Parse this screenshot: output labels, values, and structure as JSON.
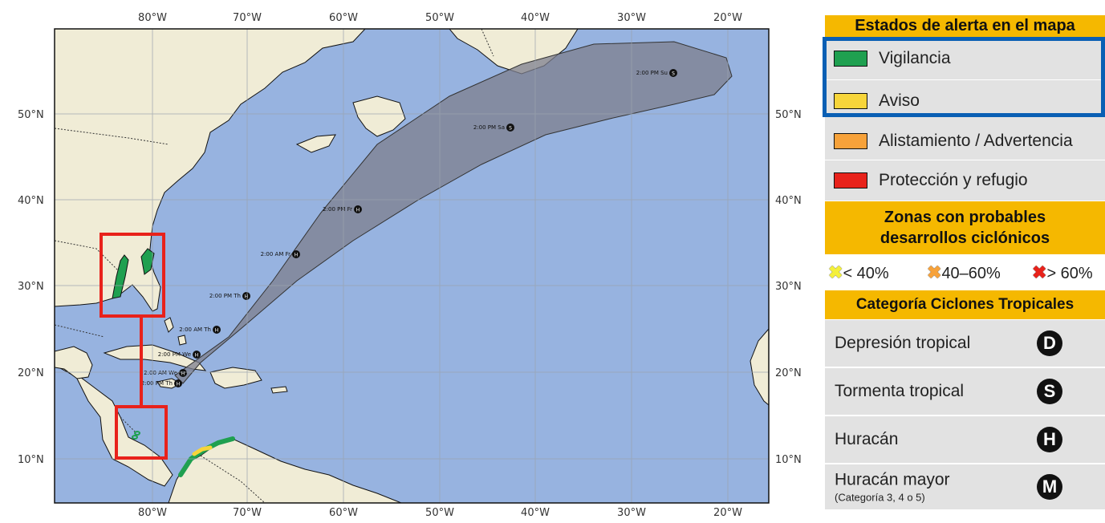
{
  "map": {
    "lon_ticks": [
      "80°W",
      "70°W",
      "60°W",
      "50°W",
      "40°W",
      "30°W",
      "20°W"
    ],
    "lat_ticks": [
      "50°N",
      "40°N",
      "30°N",
      "20°N",
      "10°N"
    ],
    "forecast_points": [
      {
        "label": "2:00 PM Th",
        "code": "H"
      },
      {
        "label": "2:00 AM We",
        "code": "H"
      },
      {
        "label": "2:00 PM We",
        "code": "H"
      },
      {
        "label": "2:00 AM Th",
        "code": "H"
      },
      {
        "label": "2:00 PM Th",
        "code": "H"
      },
      {
        "label": "2:00 AM Fr",
        "code": "H"
      },
      {
        "label": "2:00 PM Fr",
        "code": "H"
      },
      {
        "label": "2:00 PM Sa",
        "code": "S"
      },
      {
        "label": "2:00 PM Su",
        "code": "S"
      }
    ],
    "colors": {
      "ocean": "#97b3e0",
      "land": "#f0ecd6",
      "cone": "#7d7f8e",
      "watch": "#1fa050",
      "warning": "#f7d53a",
      "highlight": "#e8221b"
    }
  },
  "legend": {
    "alert_title": "Estados de alerta en el mapa",
    "alerts": [
      {
        "label": "Vigilancia",
        "color": "#1fa050"
      },
      {
        "label": "Aviso",
        "color": "#f7d53a"
      },
      {
        "label": "Alistamiento / Advertencia",
        "color": "#f7a23a"
      },
      {
        "label": "Protección y refugio",
        "color": "#e8221b"
      }
    ],
    "zones_title_1": "Zonas con probables",
    "zones_title_2": "desarrollos ciclónicos",
    "probabilities": [
      {
        "label": "< 40%",
        "color": "#f4f03a"
      },
      {
        "label": "40–60%",
        "color": "#f7a23a"
      },
      {
        "label": "> 60%",
        "color": "#e8221b"
      }
    ],
    "category_title": "Categoría Ciclones Tropicales",
    "categories": [
      {
        "label": "Depresión tropical",
        "sub": "",
        "code": "D"
      },
      {
        "label": "Tormenta tropical",
        "sub": "",
        "code": "S"
      },
      {
        "label": "Huracán",
        "sub": "",
        "code": "H"
      },
      {
        "label": "Huracán mayor",
        "sub": "(Categoría 3, 4 o 5)",
        "code": "M"
      }
    ]
  }
}
